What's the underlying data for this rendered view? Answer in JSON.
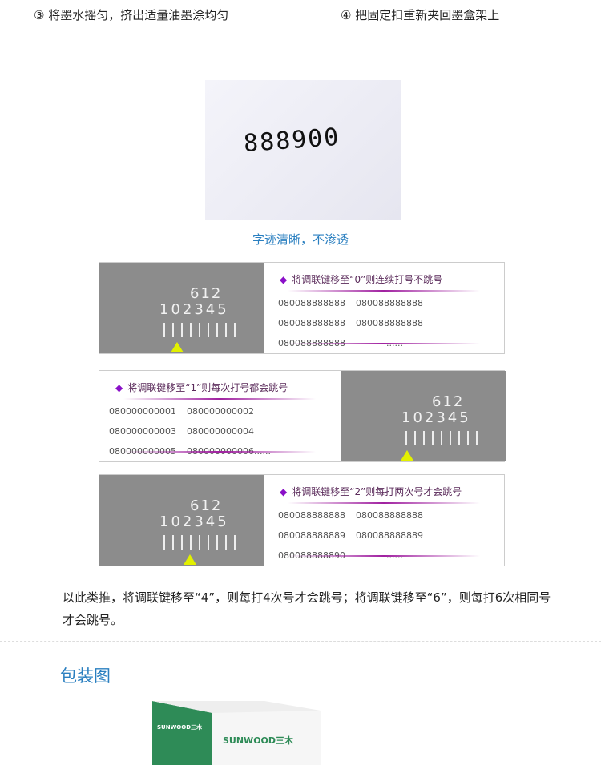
{
  "steps": [
    {
      "label": "③  将墨水摇匀，挤出适量油墨涂均匀"
    },
    {
      "label": "④  把固定扣重新夹回墨盒架上"
    }
  ],
  "sample": {
    "number": "888900",
    "caption": "字迹清晰，不渗透"
  },
  "panels": [
    {
      "dial_top": "612",
      "dial_bottom": "102345",
      "title": "将调联键移至“0”则连续打号不跳号",
      "numbers": [
        "080088888888",
        "080088888888",
        "080088888888",
        "080088888888",
        "080088888888",
        "......"
      ]
    },
    {
      "dial_top": "612",
      "dial_bottom": "102345",
      "title": "将调联键移至“1”则每次打号都会跳号",
      "numbers": [
        "080000000001",
        "080000000002",
        "080000000003",
        "080000000004",
        "080000000005",
        "080000000006......"
      ]
    },
    {
      "dial_top": "612",
      "dial_bottom": "102345",
      "title": "将调联键移至“2”则每打两次号才会跳号",
      "numbers": [
        "080088888888",
        "080088888888",
        "080088888889",
        "080088888889",
        "080088888890",
        "......"
      ]
    }
  ],
  "note": "以此类推，将调联键移至“4”，则每打4次号才会跳号；将调联键移至“6”，则每打6次相同号才会跳号。",
  "packaging": {
    "title": "包装图",
    "brand": "SUNWOOD三木"
  },
  "colors": {
    "accent": "#2a7fc0",
    "diamond": "#8a10c8",
    "pointer": "#e2f000",
    "box_green": "#2e8b57"
  }
}
